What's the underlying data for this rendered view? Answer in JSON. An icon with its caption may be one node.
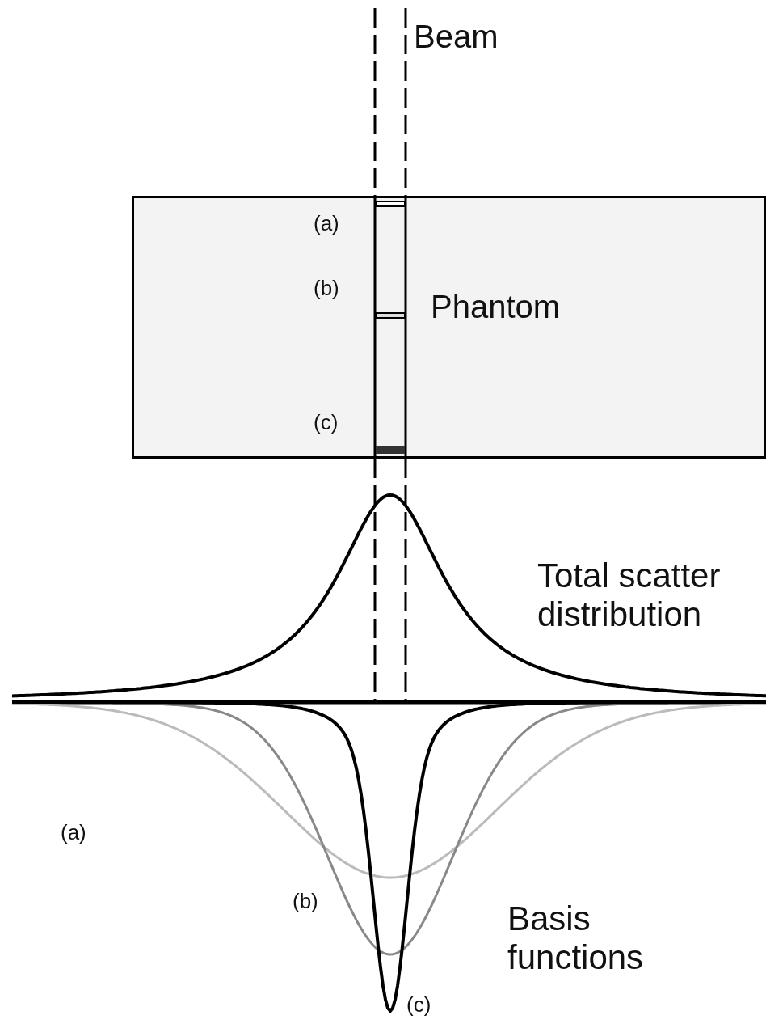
{
  "diagram": {
    "nodes": [
      {
        "text": [
          "Phantom"
        ]
      }
    ],
    "labels": [
      "Beam",
      "(a)",
      "(b)",
      "(c)",
      "Total scatter distribution",
      "(a)",
      "(b)",
      "(c)",
      "Basis functions"
    ]
  }
}
